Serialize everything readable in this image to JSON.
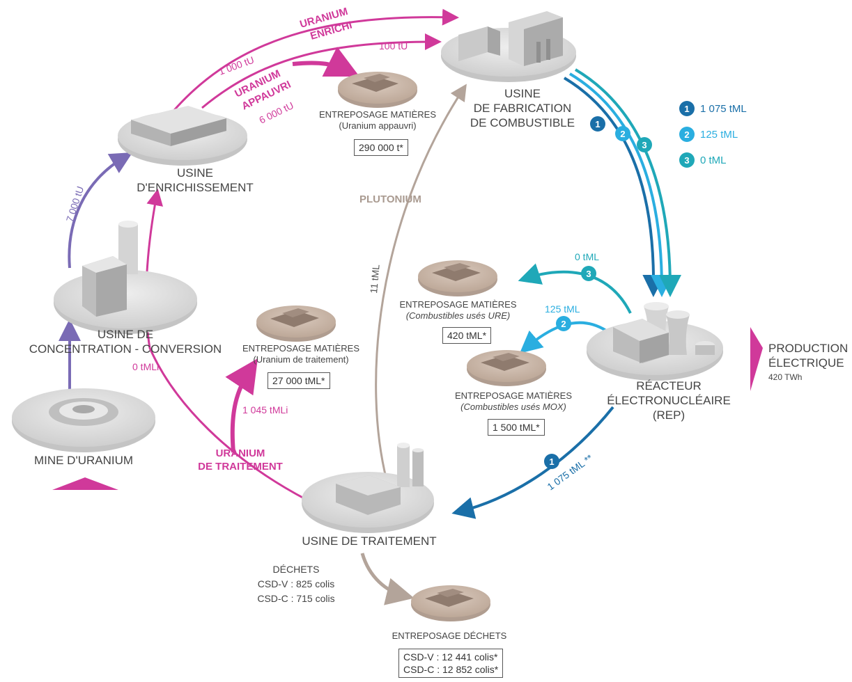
{
  "facilities": {
    "mine": "MINE D'URANIUM",
    "conversion_l1": "USINE DE",
    "conversion_l2": "CONCENTRATION - CONVERSION",
    "enrichment_l1": "USINE",
    "enrichment_l2": "D'ENRICHISSEMENT",
    "fabrication_l1": "USINE",
    "fabrication_l2": "DE FABRICATION",
    "fabrication_l3": "DE COMBUSTIBLE",
    "reactor_l1": "RÉACTEUR",
    "reactor_l2": "ÉLECTRONUCLÉAIRE",
    "reactor_l3": "(REP)",
    "reprocessing": "USINE DE TRAITEMENT"
  },
  "storages": {
    "depleted": {
      "title": "ENTREPOSAGE MATIÈRES",
      "subtitle": "(Uranium appauvri)",
      "value": "290 000 t*"
    },
    "reprocessed": {
      "title": "ENTREPOSAGE MATIÈRES",
      "subtitle": "(Uranium de traitement)",
      "value": "27 000 tML*"
    },
    "ure": {
      "title": "ENTREPOSAGE MATIÈRES",
      "subtitle": "(Combustibles usés URE)",
      "value": "420 tML*"
    },
    "mox": {
      "title": "ENTREPOSAGE MATIÈRES",
      "subtitle": "(Combustibles usés MOX)",
      "value": "1 500 tML*"
    },
    "waste": {
      "title": "ENTREPOSAGE DÉCHETS",
      "value_1": "CSD-V : 12 441 colis*",
      "value_2": "CSD-C : 12 852 colis*"
    }
  },
  "flows": {
    "mine_to_conv": "",
    "conv_to_enrich": "7 000 tU",
    "enriched_label_1": "URANIUM",
    "enriched_label_2": "ENRICHI",
    "enrich_in": "1 000 tU",
    "enriched_out": "100 tU",
    "depleted_label_1": "URANIUM",
    "depleted_label_2": "APPAUVRI",
    "depleted_out": "6 000 tU",
    "plutonium": "PLUTONIUM",
    "plutonium_flow": "11 tML",
    "ret_to_conv": "0 tMLi",
    "rep_to_storage": "1 045 tMLi",
    "reprocessed_label_1": "URANIUM",
    "reprocessed_label_2": "DE TRAITEMENT",
    "ure_flow": "0 tML",
    "mox_flow": "125 tML",
    "spent_to_treatment": "1 075 tML **"
  },
  "waste_output": {
    "title": "DÉCHETS",
    "line_1": "CSD-V : 825 colis",
    "line_2": "CSD-C : 715 colis"
  },
  "legend": [
    {
      "num": "1",
      "value": "1 075 tML",
      "color": "#1a6fa8"
    },
    {
      "num": "2",
      "value": "125 tML",
      "color": "#2aaee0"
    },
    {
      "num": "3",
      "value": "0 tML",
      "color": "#1fa8b8"
    }
  ],
  "production": {
    "l1": "PRODUCTION",
    "l2": "ÉLECTRIQUE",
    "value": "420 TWh"
  },
  "colors": {
    "magenta": "#d0399a",
    "violet": "#7a6bb5",
    "taupe": "#b3a49a",
    "blue1": "#1a6fa8",
    "blue2": "#2aaee0",
    "teal3": "#1fa8b8",
    "platform": "#d8d8d8",
    "storage": "#cbb9ac"
  }
}
